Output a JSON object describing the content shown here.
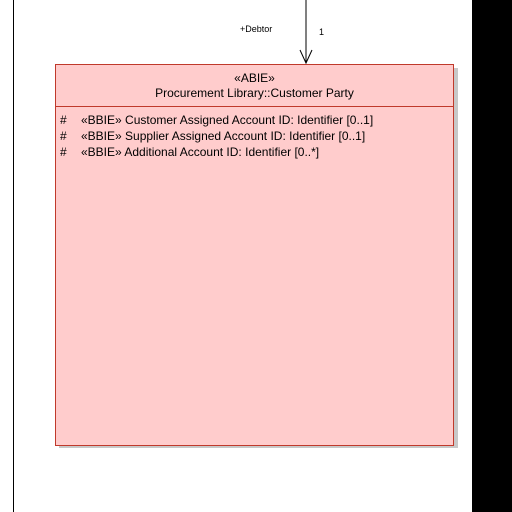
{
  "association": {
    "role": "+Debtor",
    "multiplicity": "1"
  },
  "class": {
    "stereotype": "«ABIE»",
    "name": "Procurement Library::Customer Party",
    "fill_color": "#ffcccc",
    "border_color": "#c0392b",
    "attributes": [
      {
        "visibility": "#",
        "text": "«BBIE» Customer Assigned Account ID:  Identifier [0..1]"
      },
      {
        "visibility": "#",
        "text": "«BBIE» Supplier Assigned Account ID:  Identifier [0..1]"
      },
      {
        "visibility": "#",
        "text": "«BBIE» Additional Account ID:  Identifier [0..*]"
      }
    ]
  }
}
